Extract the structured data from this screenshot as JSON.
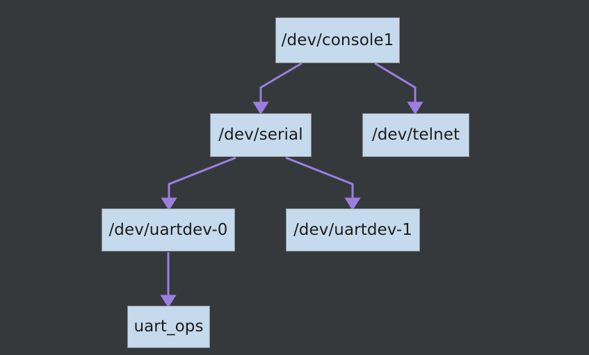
{
  "diagram": {
    "type": "directed-tree",
    "title": "",
    "background_color": "#35393c",
    "node_fill_color": "#c5daec",
    "node_border_color": "#8a8f94",
    "node_text_color": "#1c1c1c",
    "edge_color": "#9b7fe0",
    "nodes": [
      {
        "id": "console1",
        "label": "/dev/console1"
      },
      {
        "id": "serial",
        "label": "/dev/serial"
      },
      {
        "id": "telnet",
        "label": "/dev/telnet"
      },
      {
        "id": "uartdev0",
        "label": "/dev/uartdev-0"
      },
      {
        "id": "uartdev1",
        "label": "/dev/uartdev-1"
      },
      {
        "id": "uartops",
        "label": "uart_ops"
      }
    ],
    "edges": [
      {
        "from": "console1",
        "to": "serial",
        "label": ""
      },
      {
        "from": "console1",
        "to": "telnet",
        "label": ""
      },
      {
        "from": "serial",
        "to": "uartdev0",
        "label": ""
      },
      {
        "from": "serial",
        "to": "uartdev1",
        "label": ""
      },
      {
        "from": "uartdev0",
        "to": "uartops",
        "label": ""
      }
    ]
  }
}
